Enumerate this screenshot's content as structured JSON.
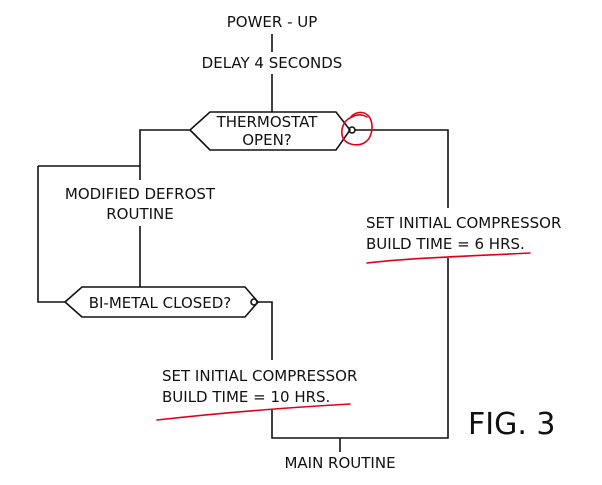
{
  "figure": {
    "fig_label": "FIG. 3",
    "nodes": {
      "power_up": "POWER - UP",
      "delay": "DELAY 4 SECONDS",
      "thermostat": [
        "THERMOSTAT",
        "OPEN?"
      ],
      "modified_defrost": [
        "MODIFIED DEFROST",
        "ROUTINE"
      ],
      "set_6": [
        "SET INITIAL COMPRESSOR",
        "BUILD TIME = 6 HRS."
      ],
      "bimetal": "BI-METAL CLOSED?",
      "set_10": [
        "SET INITIAL COMPRESSOR",
        "BUILD TIME = 10 HRS."
      ],
      "main_routine": "MAIN ROUTINE"
    },
    "annotation_color": "#e0001b",
    "line_color": "#111111"
  }
}
